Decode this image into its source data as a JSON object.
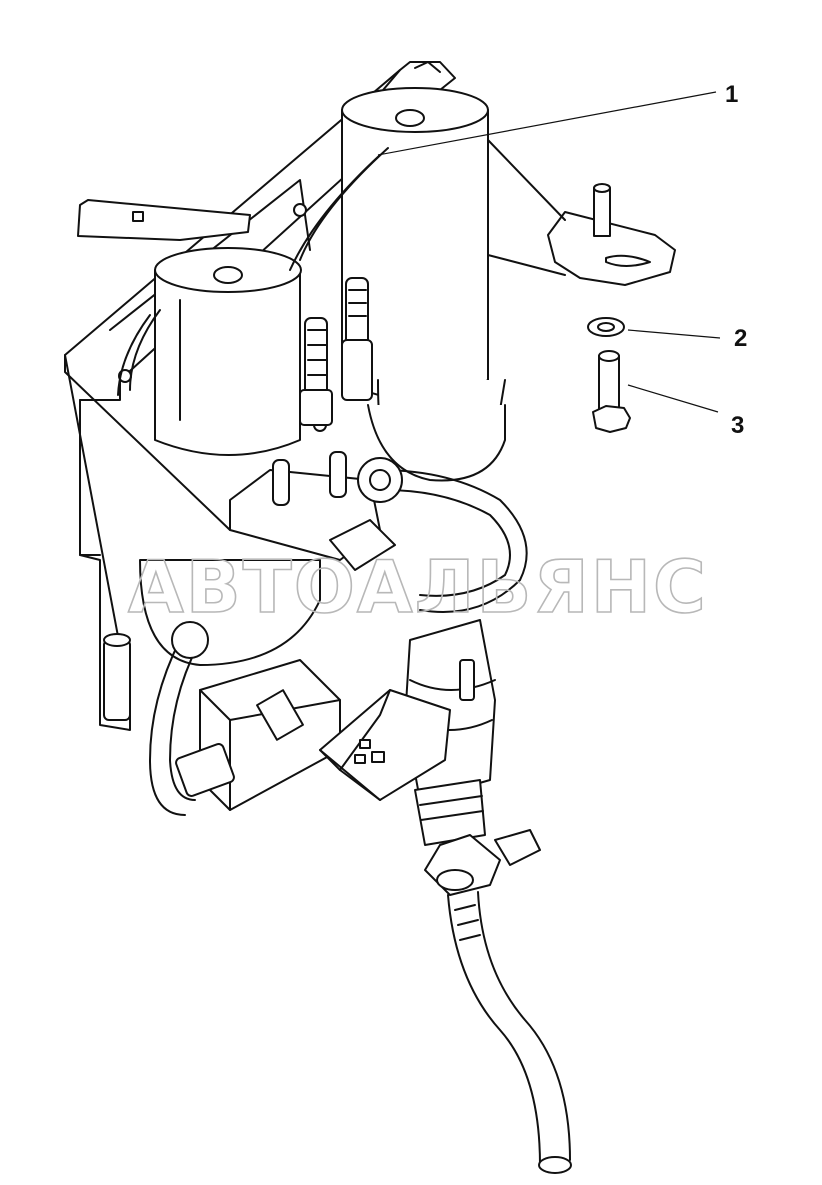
{
  "callouts": [
    {
      "id": "1",
      "label": "1"
    },
    {
      "id": "2",
      "label": "2"
    },
    {
      "id": "3",
      "label": "3"
    }
  ],
  "watermark": "АВТОАЛЬЯНС",
  "colors": {
    "line": "#111111",
    "background": "#ffffff",
    "watermark": "#b8b8b8"
  }
}
